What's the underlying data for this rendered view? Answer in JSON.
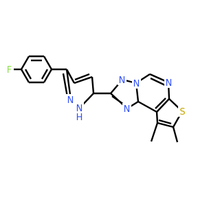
{
  "colors": {
    "background": "#ffffff",
    "bond": "#000000",
    "F": "#90e050",
    "N": "#3050f8",
    "S": "#c6a800"
  },
  "atom_labels": {
    "F": "F",
    "N": "N",
    "NH": "N",
    "H": "H",
    "S": "S"
  }
}
